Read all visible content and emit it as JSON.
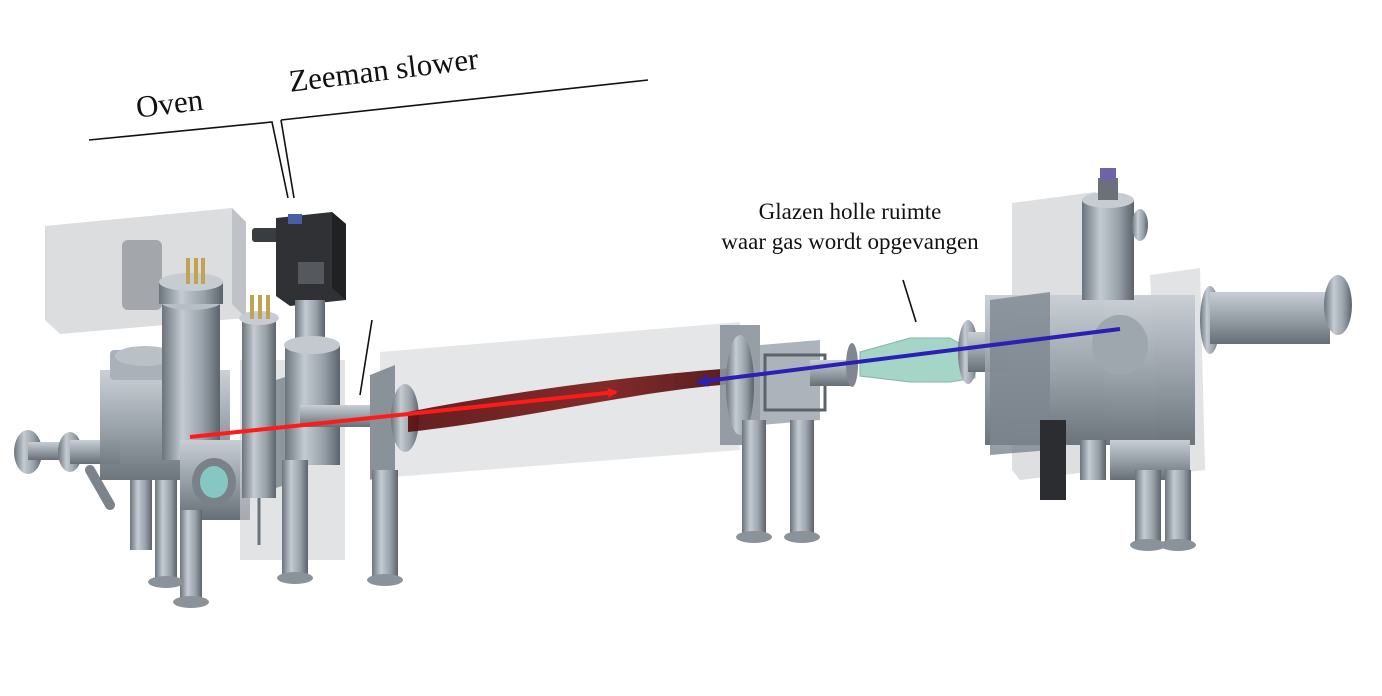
{
  "labels": {
    "oven": "Oven",
    "zeeman": "Zeeman slower",
    "cell_line1": "Glazen holle ruimte",
    "cell_line2": "waar gas wordt opgevangen"
  },
  "colors": {
    "atom_beam": "#ff1a1a",
    "laser_beam": "#2a20b4",
    "plume": "#6e1414",
    "steel": "#9aa3ad",
    "steel_dark": "#5f6870",
    "enclosure": "#c9cbce",
    "glass": "#86c7b5"
  }
}
